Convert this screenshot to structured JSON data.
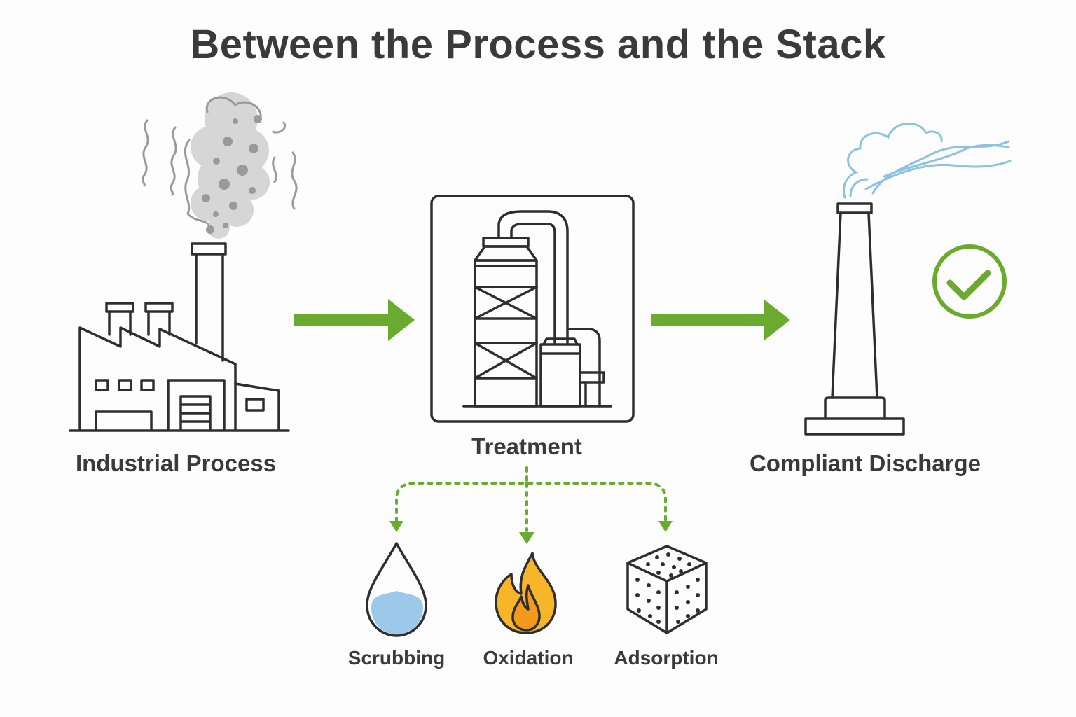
{
  "title": "Between the Process and the Stack",
  "nodes": {
    "source": {
      "label": "Industrial Process",
      "icon": "factory-icon"
    },
    "treatment": {
      "label": "Treatment",
      "icon": "treatment-tower-icon"
    },
    "discharge": {
      "label": "Compliant Discharge",
      "icon": "stack-icon",
      "badge": "check-circle-icon"
    }
  },
  "methods": [
    {
      "label": "Scrubbing",
      "icon": "water-drop-icon"
    },
    {
      "label": "Oxidation",
      "icon": "flame-icon"
    },
    {
      "label": "Adsorption",
      "icon": "porous-cube-icon"
    }
  ],
  "colors": {
    "accent_green": "#6aaa2e",
    "smoke_gray": "#bdbdbd",
    "clean_air_blue": "#8ec2e2",
    "water_blue": "#9cc9ea",
    "flame_orange": "#f29a1e",
    "outline": "#2e2e2e"
  }
}
